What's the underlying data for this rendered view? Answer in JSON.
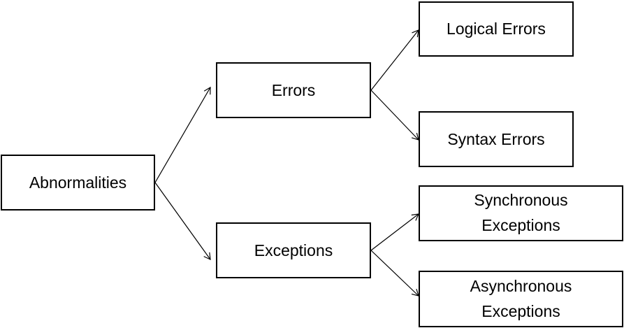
{
  "diagram": {
    "nodes": {
      "root": "Abnormalities",
      "errors": "Errors",
      "exceptions": "Exceptions",
      "logical_errors": "Logical Errors",
      "syntax_errors": "Syntax Errors",
      "synchronous_exceptions": [
        "Synchronous",
        "Exceptions"
      ],
      "asynchronous_exceptions": [
        "Asynchronous",
        "Exceptions"
      ]
    },
    "edges": [
      {
        "from": "root",
        "to": "errors"
      },
      {
        "from": "root",
        "to": "exceptions"
      },
      {
        "from": "errors",
        "to": "logical_errors"
      },
      {
        "from": "errors",
        "to": "syntax_errors"
      },
      {
        "from": "exceptions",
        "to": "synchronous_exceptions"
      },
      {
        "from": "exceptions",
        "to": "asynchronous_exceptions"
      }
    ],
    "colors": {
      "stroke": "#000000",
      "fill": "#ffffff",
      "text": "#000000"
    }
  }
}
